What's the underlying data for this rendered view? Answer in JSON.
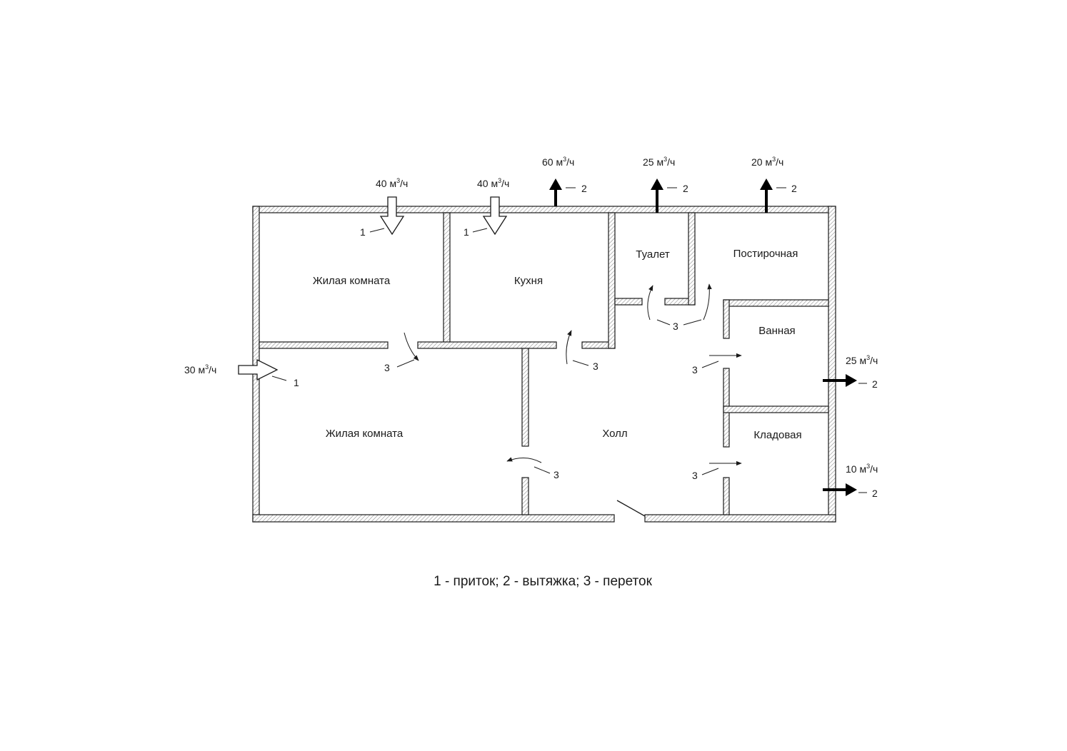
{
  "rooms": {
    "living_room_top": "Жилая комната",
    "kitchen": "Кухня",
    "toilet": "Туалет",
    "laundry": "Постирочная",
    "bathroom": "Ванная",
    "living_room_bottom": "Жилая комната",
    "hall": "Холл",
    "storage": "Кладовая"
  },
  "flows": {
    "supply_living_top": {
      "value": "40 м",
      "unit_tail": "/ч",
      "sup": "3",
      "marker": "1"
    },
    "supply_kitchen": {
      "value": "40 м",
      "unit_tail": "/ч",
      "sup": "3",
      "marker": "1"
    },
    "supply_left": {
      "value": "30 м",
      "unit_tail": "/ч",
      "sup": "3",
      "marker": "1"
    },
    "exhaust_kitchen": {
      "value": "60 м",
      "unit_tail": "/ч",
      "sup": "3",
      "marker": "2"
    },
    "exhaust_toilet": {
      "value": "25 м",
      "unit_tail": "/ч",
      "sup": "3",
      "marker": "2"
    },
    "exhaust_laundry": {
      "value": "20 м",
      "unit_tail": "/ч",
      "sup": "3",
      "marker": "2"
    },
    "exhaust_bathroom": {
      "value": "25 м",
      "unit_tail": "/ч",
      "sup": "3",
      "marker": "2"
    },
    "exhaust_storage": {
      "value": "10 м",
      "unit_tail": "/ч",
      "sup": "3",
      "marker": "2"
    }
  },
  "overflow_marker": "3",
  "legend": "1 - приток; 2 - вытяжка; 3 - переток",
  "colors": {
    "line": "#1a1a1a",
    "wall_fill": "#ffffff",
    "hatch": "#9a9a9a",
    "exhaust_arrow": "#000000"
  }
}
